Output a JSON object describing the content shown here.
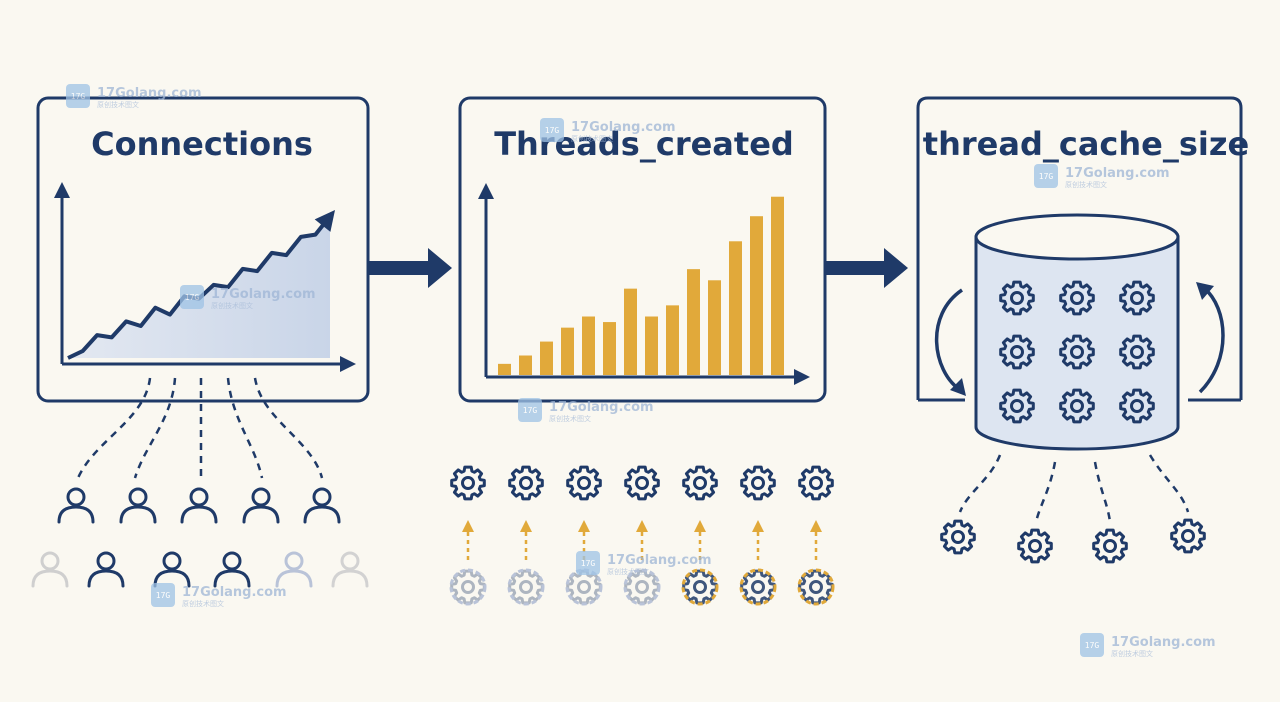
{
  "panels": [
    {
      "title": "Connections",
      "chart_kind": "area-line-rising"
    },
    {
      "title": "Threads_created",
      "chart_kind": "bars-rising"
    },
    {
      "title": "thread_cache_size",
      "chart_kind": "cylinder-thread-cache"
    }
  ],
  "threads_created_bars": [
    4,
    7,
    12,
    17,
    21,
    19,
    31,
    21,
    25,
    38,
    34,
    48,
    57,
    64
  ],
  "threads_created_ymax": 70,
  "connections_line": [
    0,
    3,
    10,
    9,
    16,
    14,
    22,
    19,
    27,
    26,
    32,
    31,
    39,
    38,
    46,
    45,
    53,
    54,
    62
  ],
  "connections_ymax": 70,
  "colors": {
    "navy": "#1f3a68",
    "gold": "#e1a93a",
    "area_fill": "#d7e0ee",
    "cylinder_fill": "#dde5f1",
    "faded_gray": "#c8c8c8",
    "faded_blue": "#b9c3d8",
    "background": "#faf8f1"
  },
  "icons": {
    "user": "user-icon",
    "thread": "gear-icon",
    "flow_arrow": "arrow-right-icon",
    "recycle": "circular-arrow-icon"
  },
  "watermark": {
    "text": "17Golang.com",
    "subtext": "原创技术图文",
    "logo": "17G"
  }
}
